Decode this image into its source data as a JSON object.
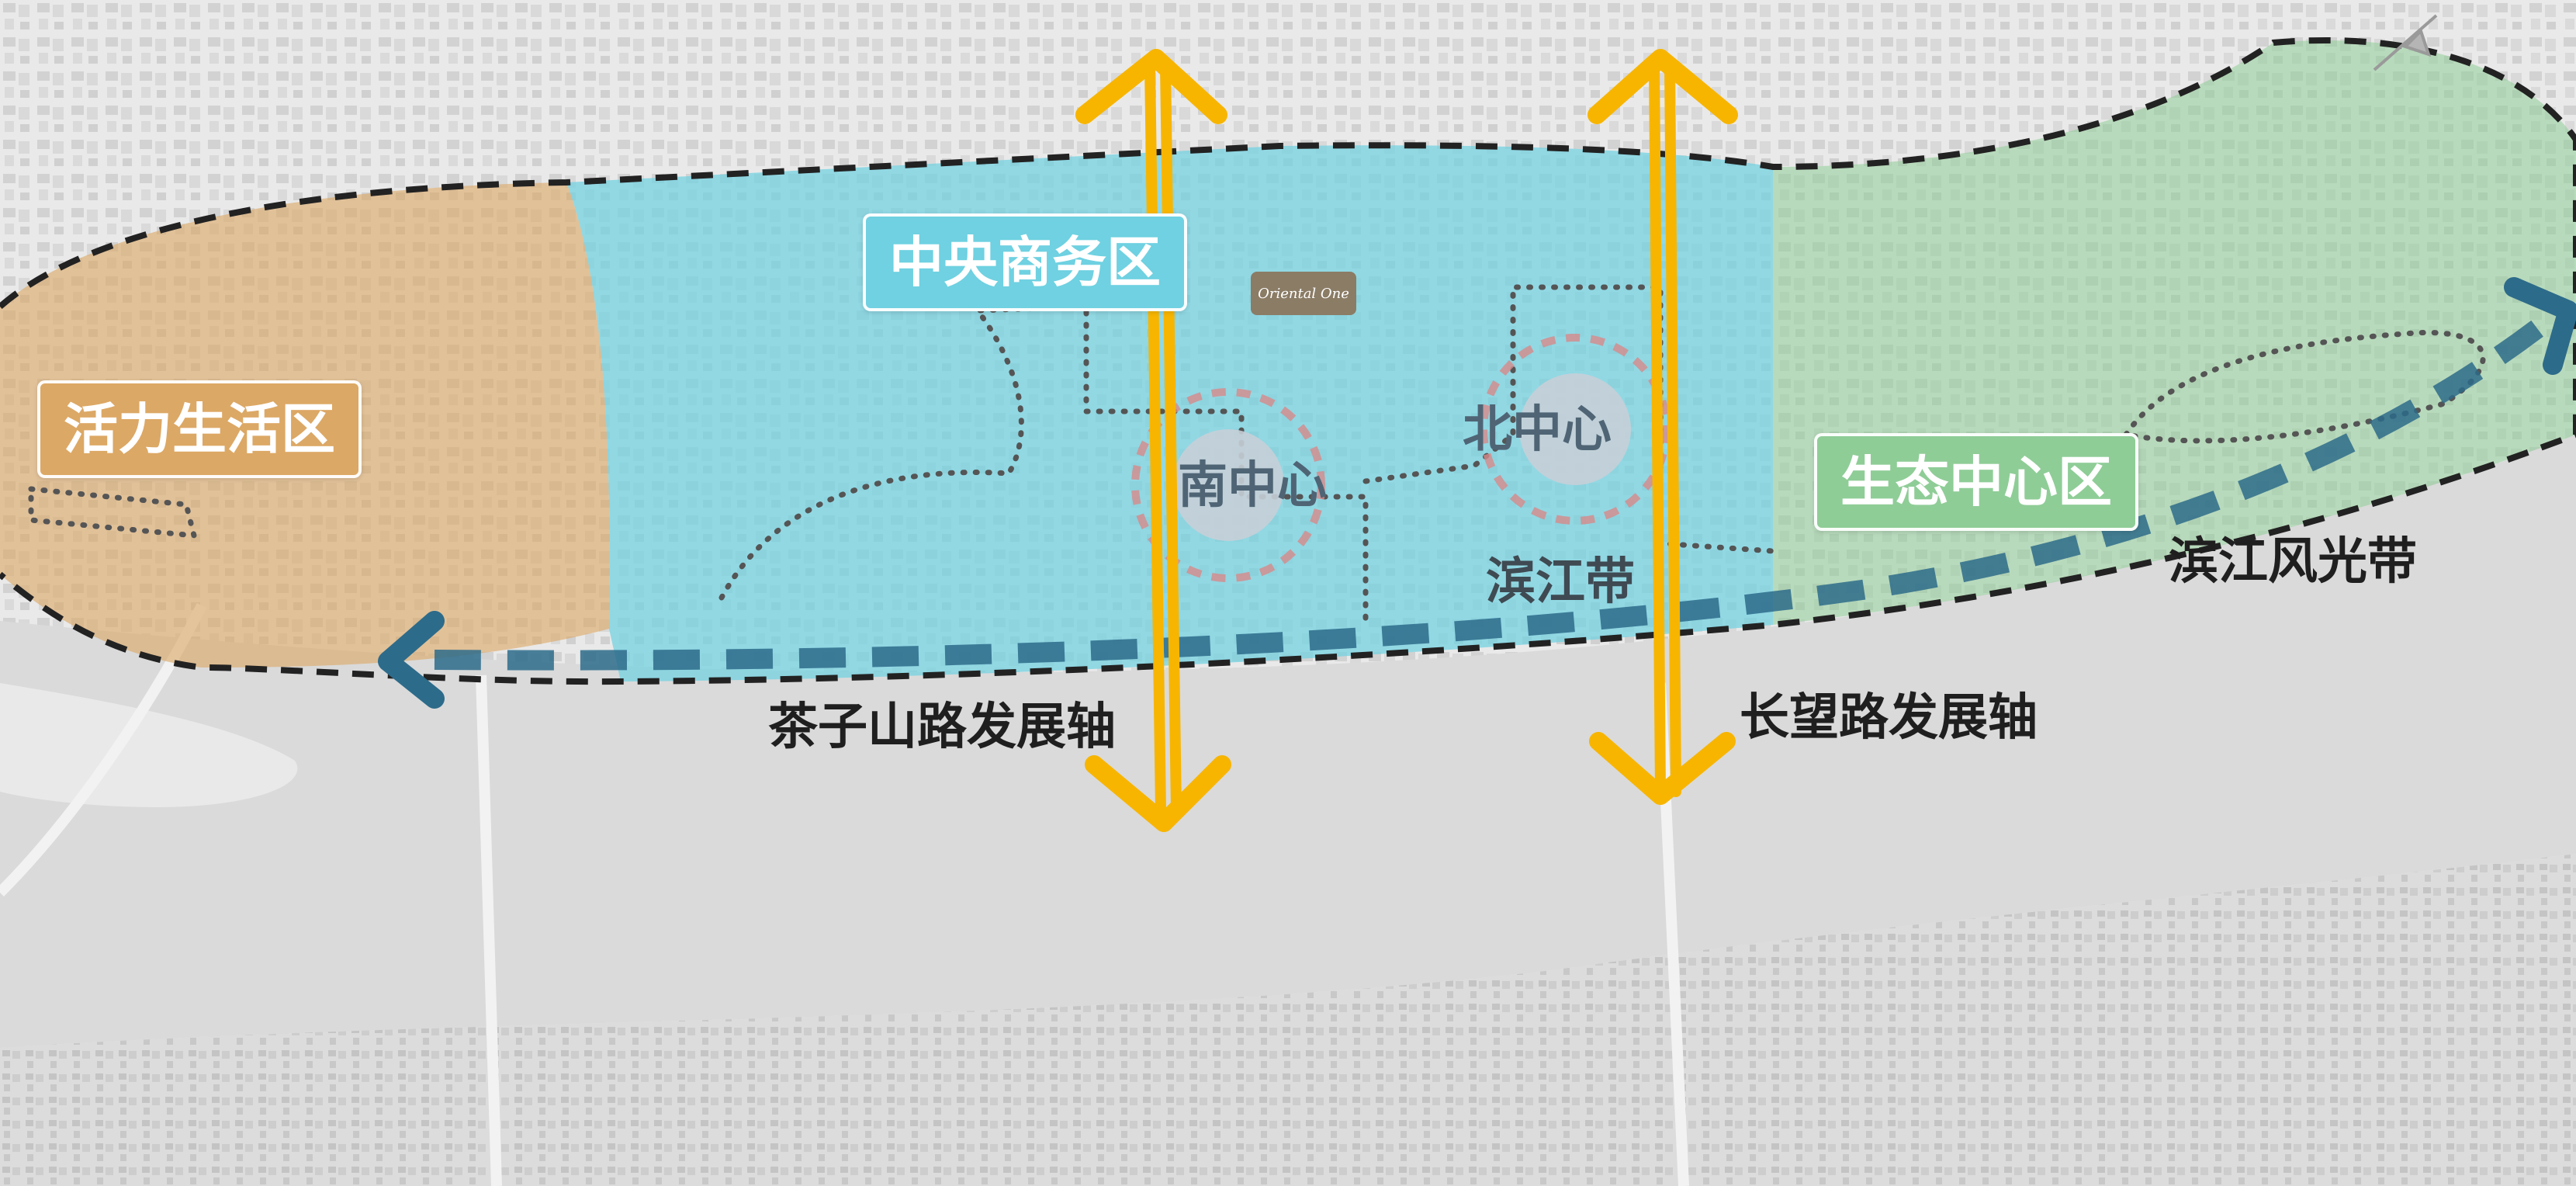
{
  "zones": {
    "vitality": {
      "label": "活力生活区",
      "color": "#dca865"
    },
    "cbd": {
      "label": "中央商务区",
      "color": "#6fd1e1"
    },
    "eco": {
      "label": "生态中心区",
      "color": "#8fcd97"
    }
  },
  "centers": {
    "south": "南中心",
    "north": "北中心"
  },
  "axes": {
    "chaziShan": "茶子山路发展轴",
    "changwang": "长望路发展轴",
    "axis_color": "#f7b500"
  },
  "belts": {
    "riverside": "滨江带",
    "scenic": "滨江风光带",
    "belt_color": "#2d6b8a"
  },
  "logo": {
    "text": "Oriental One"
  },
  "icons": [
    "compass-icon",
    "arrow-up-icon",
    "arrow-down-icon",
    "arrow-left-icon",
    "arrow-right-icon"
  ]
}
